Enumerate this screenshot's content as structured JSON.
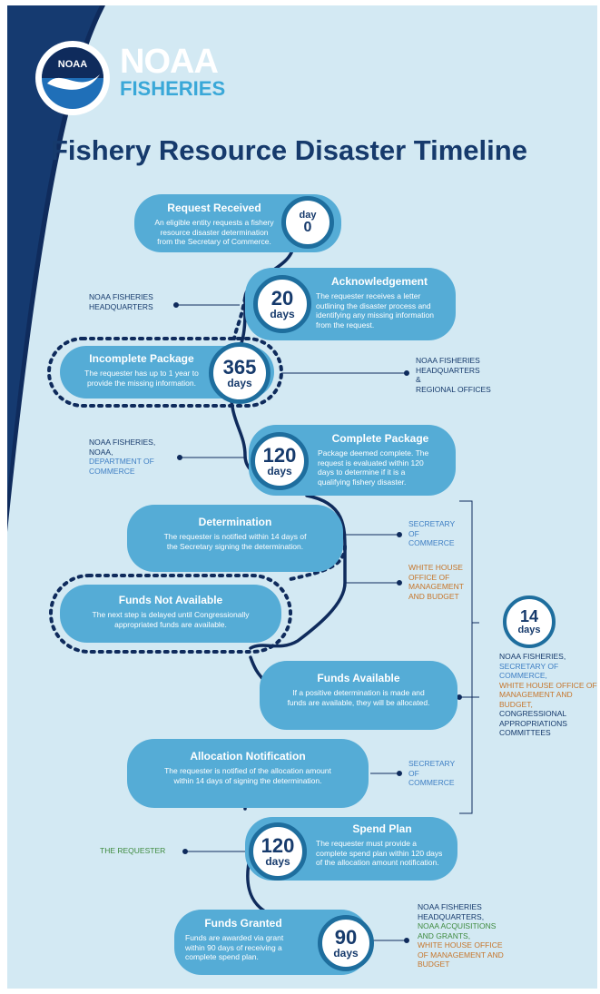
{
  "header": {
    "seal_text": "NOAA",
    "brand_name": "NOAA",
    "brand_sub": "FISHERIES",
    "title": "Fishery Resource Disaster Timeline"
  },
  "colors": {
    "navy": "#163a6c",
    "pill_blue": "#55acd6",
    "panel_bg": "#d3e9f3",
    "agency_blue": "#3f7fc4",
    "agency_orange": "#c6752a",
    "agency_green": "#3e8a3e"
  },
  "steps": [
    {
      "title": "Request Received",
      "desc": [
        "An eligible entity requests a fishery",
        "resource disaster determination",
        "from the Secretary of Commerce."
      ],
      "badge_num": "0",
      "badge_unit": "day",
      "badge_order": "unit-first"
    },
    {
      "title": "Acknowledgement",
      "desc": [
        "The requester receives a letter",
        "outlining the disaster process and",
        "identifying any missing information",
        "from the request."
      ],
      "badge_num": "20",
      "badge_unit": "days"
    },
    {
      "title": "Incomplete Package",
      "desc": [
        "The requester has up to 1 year to",
        "provide the missing information."
      ],
      "badge_num": "365",
      "badge_unit": "days"
    },
    {
      "title": "Complete Package",
      "desc": [
        "Package deemed complete. The",
        "request is evaluated within 120",
        "days to determine if it is a",
        "qualifying fishery disaster."
      ],
      "badge_num": "120",
      "badge_unit": "days"
    },
    {
      "title": "Determination",
      "desc": [
        "The requester is notified within 14 days of",
        "the Secretary signing the determination."
      ]
    },
    {
      "title": "Funds Not Available",
      "desc": [
        "The next step is delayed until Congressionally",
        "appropriated funds are available."
      ]
    },
    {
      "title": "Funds Available",
      "desc": [
        "If a positive determination is made and",
        "funds are available, they will be allocated."
      ]
    },
    {
      "title": "Allocation Notification",
      "desc": [
        "The requester is notified of the allocation amount",
        "within 14 days of signing the determination."
      ]
    },
    {
      "title": "Spend Plan",
      "desc": [
        "The requester must provide a",
        "complete spend plan within 120 days",
        "of the allocation amount notification."
      ],
      "badge_num": "120",
      "badge_unit": "days"
    },
    {
      "title": "Funds Granted",
      "desc": [
        "Funds are awarded via grant",
        "within 90 days of receiving a",
        "complete spend plan."
      ],
      "badge_num": "90",
      "badge_unit": "days"
    }
  ],
  "annotations": {
    "ack": [
      "NOAA FISHERIES",
      "HEADQUARTERS"
    ],
    "incomplete": [
      "NOAA FISHERIES",
      "HEADQUARTERS",
      "&",
      "REGIONAL OFFICES"
    ],
    "complete_dark": [
      "NOAA FISHERIES,",
      "NOAA,"
    ],
    "complete_blue": [
      "DEPARTMENT OF",
      "COMMERCE"
    ],
    "determination_blue": [
      "SECRETARY",
      "OF",
      "COMMERCE"
    ],
    "determination_orange": [
      "WHITE HOUSE",
      "OFFICE OF",
      "MANAGEMENT",
      "AND BUDGET"
    ],
    "bracket_badge_num": "14",
    "bracket_badge_unit": "days",
    "bracket_dark_1": "NOAA FISHERIES,",
    "bracket_blue": [
      "SECRETARY OF",
      "COMMERCE,"
    ],
    "bracket_orange": [
      "WHITE HOUSE OFFICE OF",
      "MANAGEMENT AND",
      "BUDGET,"
    ],
    "bracket_dark_2": [
      "CONGRESSIONAL",
      "APPROPRIATIONS",
      "COMMITTEES"
    ],
    "allocation_blue": [
      "SECRETARY",
      "OF",
      "COMMERCE"
    ],
    "spend": "THE REQUESTER",
    "granted_dark": [
      "NOAA FISHERIES",
      "HEADQUARTERS,"
    ],
    "granted_green": [
      "NOAA ACQUISITIONS",
      "AND GRANTS,"
    ],
    "granted_orange": [
      "WHITE HOUSE OFFICE",
      "OF MANAGEMENT AND",
      "BUDGET"
    ]
  }
}
